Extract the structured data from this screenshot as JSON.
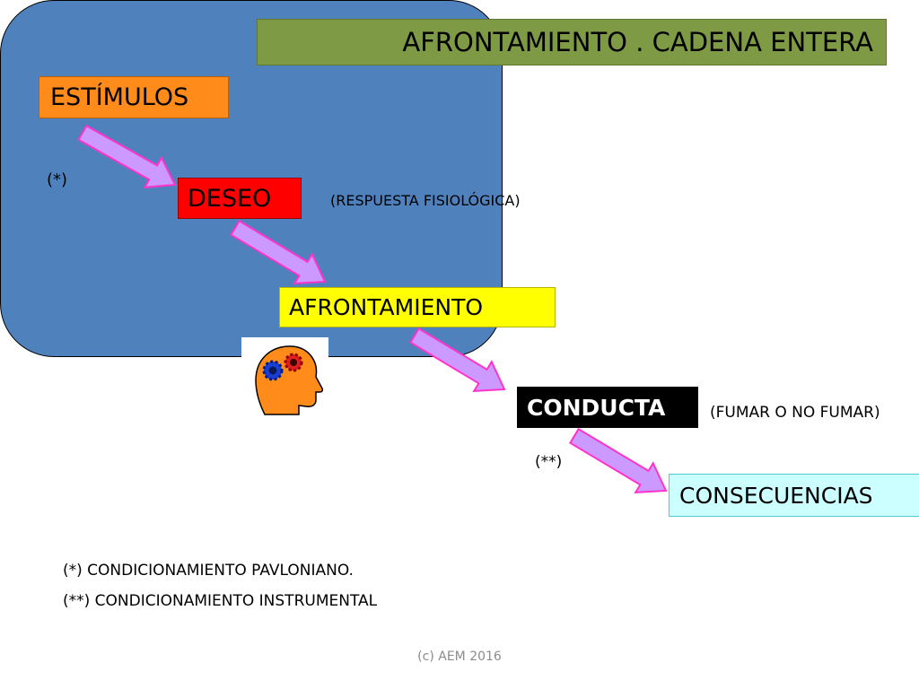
{
  "title": "AFRONTAMIENTO . CADENA ENTERA",
  "nodes": {
    "estimulos": "ESTÍMULOS",
    "deseo": "DESEO",
    "afrontamiento": "AFRONTAMIENTO",
    "conducta": "CONDUCTA",
    "consecuencias": "CONSECUENCIAS"
  },
  "annotations": {
    "respuesta": "(RESPUESTA FISIOLÓGICA)",
    "fumar": "(FUMAR O NO FUMAR)",
    "star_single": "(*)",
    "star_double": "(**)"
  },
  "notes": {
    "pavloniano": "(*) CONDICIONAMIENTO PAVLONIANO.",
    "instrumental": "(**) CONDICIONAMIENTO INSTRUMENTAL"
  },
  "footer": "(c) AEM 2016",
  "head_icon": "head-with-gears-icon",
  "colors": {
    "title_bg": "#7f9a45",
    "estimulos_bg": "#ff8c1a",
    "panel_bg": "#4f81bd",
    "deseo_bg": "#ff0000",
    "afrontamiento_bg": "#ffff00",
    "conducta_bg": "#000000",
    "consecuencias_bg": "#ccffff",
    "arrow_fill": "#cc99ff",
    "arrow_stroke": "#ff33cc"
  }
}
